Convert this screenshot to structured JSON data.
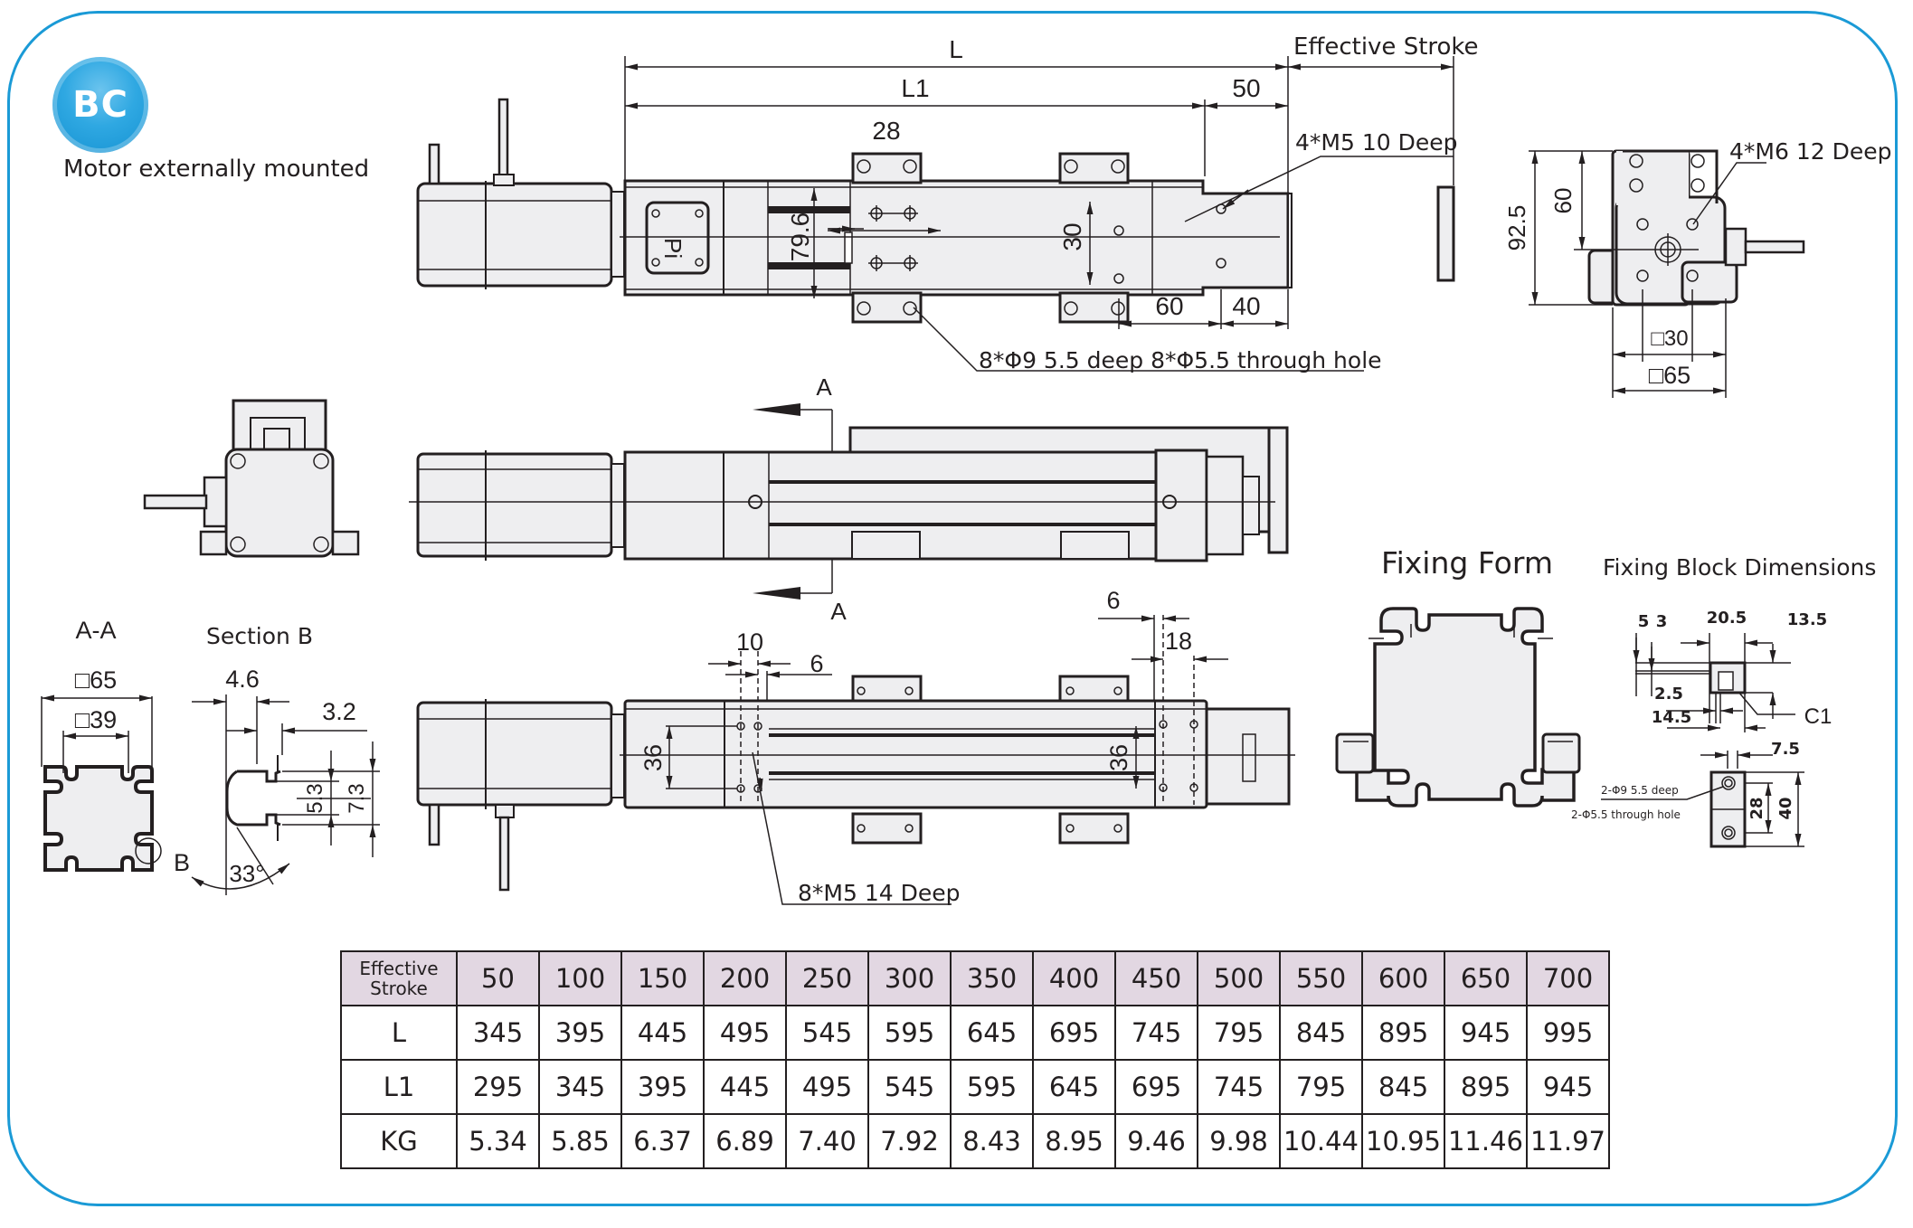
{
  "header": {
    "badge": "BC",
    "subtitle": "Motor externally mounted"
  },
  "colors": {
    "frame": "#1a9ad6",
    "badge": "#1a9ad6",
    "table_header_bg": "#e2d7e2",
    "part_fill": "#eeeef0",
    "line": "#231f20"
  },
  "top_view": {
    "dim_L": "L",
    "dim_L1": "L1",
    "dim_50": "50",
    "effective_stroke": "Effective Stroke",
    "dim_28": "28",
    "dim_79_6": "79.6",
    "dim_30": "30",
    "dim_60": "60",
    "dim_40": "40",
    "callout_m5": "4*M5  10 Deep",
    "callout_holes": "8*Φ9 5.5 deep  8*Φ5.5 through hole"
  },
  "end_view": {
    "dim_92_5": "92.5",
    "dim_60": "60",
    "dim_30": "□30",
    "dim_65": "□65",
    "callout_m6": "4*M6  12 Deep"
  },
  "side_view": {
    "section_mark_top": "A",
    "section_mark_bottom": "A"
  },
  "section_aa": {
    "title": "A-A",
    "dim_65": "□65",
    "dim_39": "□39",
    "detail_mark": "B"
  },
  "section_b": {
    "title": "Section B",
    "dim_4_6": "4.6",
    "dim_3_2": "3.2",
    "dim_5_3": "5.3",
    "dim_7_3": "7.3",
    "angle": "33°"
  },
  "bottom_view": {
    "dim_10": "10",
    "dim_6_left": "6",
    "dim_6_right": "6",
    "dim_18": "18",
    "dim_36_left": "36",
    "dim_36_right": "36",
    "callout_m5": "8*M5  14 Deep"
  },
  "fixing_form": {
    "title": "Fixing Form"
  },
  "fixing_block": {
    "title": "Fixing Block Dimensions",
    "dim_5": "5",
    "dim_3": "3",
    "dim_20_5": "20.5",
    "dim_13_5": "13.5",
    "dim_2_5": "2.5",
    "dim_14_5": "14.5",
    "chamfer": "C1",
    "dim_7_5": "7.5",
    "dim_28": "28",
    "dim_40": "40",
    "note_counterbore": "2-Φ9  5.5 deep",
    "note_through": "2-Φ5.5 through hole"
  },
  "spec_table": {
    "header_label": [
      "Effective",
      "Stroke"
    ],
    "strokes": [
      "50",
      "100",
      "150",
      "200",
      "250",
      "300",
      "350",
      "400",
      "450",
      "500",
      "550",
      "600",
      "650",
      "700"
    ],
    "rows": [
      {
        "label": "L",
        "values": [
          "345",
          "395",
          "445",
          "495",
          "545",
          "595",
          "645",
          "695",
          "745",
          "795",
          "845",
          "895",
          "945",
          "995"
        ]
      },
      {
        "label": "L1",
        "values": [
          "295",
          "345",
          "395",
          "445",
          "495",
          "545",
          "595",
          "645",
          "695",
          "745",
          "795",
          "845",
          "895",
          "945"
        ]
      },
      {
        "label": "KG",
        "values": [
          "5.34",
          "5.85",
          "6.37",
          "6.89",
          "7.40",
          "7.92",
          "8.43",
          "8.95",
          "9.46",
          "9.98",
          "10.44",
          "10.95",
          "11.46",
          "11.97"
        ]
      }
    ]
  }
}
